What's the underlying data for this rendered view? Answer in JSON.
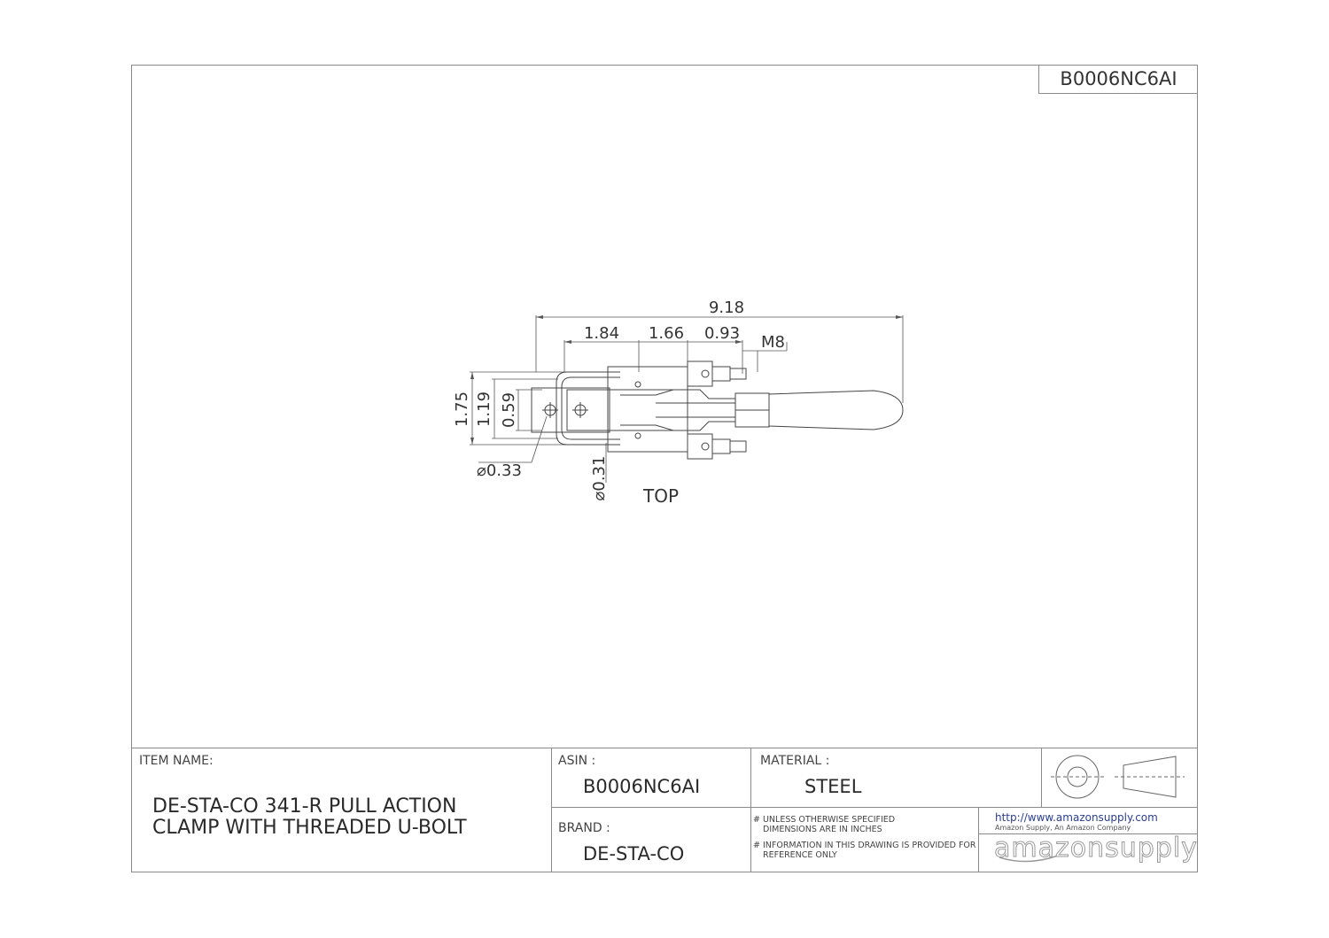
{
  "sheet": {
    "corner_id": "B0006NC6AI"
  },
  "drawing": {
    "dimensions": {
      "overall_length": "9.18",
      "seg1": "1.84",
      "seg2": "1.66",
      "seg3": "0.93",
      "thread": "M8",
      "height_outer": "1.75",
      "height_mid": "1.19",
      "height_inner": "0.59",
      "hole_dia": "⌀0.33",
      "pin_dia": "⌀0.31"
    },
    "view_label": "TOP"
  },
  "title_block": {
    "item_name_label": "ITEM NAME:",
    "item_name_line1": "DE-STA-CO 341-R PULL ACTION",
    "item_name_line2": "CLAMP WITH THREADED U-BOLT",
    "asin_label": "ASIN :",
    "asin_value": "B0006NC6AI",
    "brand_label": "BRAND :",
    "brand_value": "DE-STA-CO",
    "material_label": "MATERIAL :",
    "material_value": "STEEL",
    "note1_line1": "#  UNLESS OTHERWISE SPECIFIED",
    "note1_line2": "DIMENSIONS ARE IN INCHES",
    "note2_line1": "#  INFORMATION IN THIS DRAWING IS PROVIDED FOR",
    "note2_line2": "REFERENCE ONLY",
    "url": "http://www.amazonsupply.com",
    "company": "Amazon Supply, An Amazon Company",
    "logo_text": "amazonsupply"
  }
}
